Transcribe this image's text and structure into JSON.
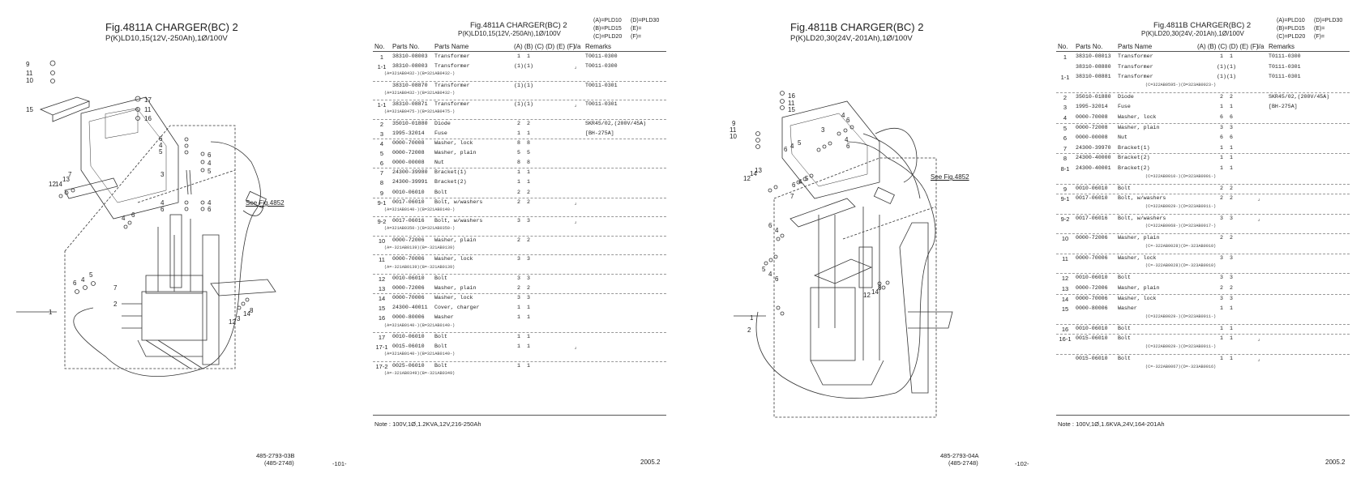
{
  "pages": [
    {
      "fig_title": "Fig.4811A  CHARGER(BC) 2",
      "fig_subtitle": "P(K)LD10,15(12V,-250Ah),1Ø/100V",
      "see_ref": "See Fig.4852",
      "callouts": [
        "9",
        "11",
        "10",
        "15",
        "17",
        "11",
        "16",
        "6",
        "4",
        "5",
        "6",
        "4",
        "5",
        "3",
        "4",
        "6",
        "6",
        "4",
        "14",
        "13",
        "12",
        "7",
        "4",
        "6",
        "5",
        "6",
        "4",
        "7",
        "2",
        "1",
        "3",
        "14",
        "8",
        "12"
      ],
      "footer_code": "485-2793-03B",
      "footer_code2": "(485-2748)",
      "page_number": "-101-"
    },
    {
      "fig_title": "Fig.4811B  CHARGER(BC) 2",
      "fig_subtitle": "P(K)LD20,30(24V,-201Ah),1Ø/100V",
      "see_ref": "See Fig.4852",
      "callouts": [
        "16",
        "11",
        "15",
        "9",
        "11",
        "10",
        "3",
        "4",
        "6",
        "6",
        "4",
        "5",
        "14",
        "13",
        "12",
        "7",
        "6",
        "5",
        "4",
        "6",
        "4",
        "6",
        "5",
        "6",
        "4",
        "12",
        "14",
        "8",
        "2",
        "1"
      ],
      "footer_code": "485-2793-04A",
      "footer_code2": "(485-2748)",
      "page_number": "-102-"
    }
  ],
  "tables": [
    {
      "title": "Fig.4811A  CHARGER(BC) 2",
      "subtitle": "P(K)LD10,15(12V,-250Ah),1Ø/100V",
      "legend": [
        "(A)=PLD10",
        "(D)=PLD30",
        "(B)=PLD15",
        "(E)=",
        "(C)=PLD20",
        "(F)="
      ],
      "headers": {
        "no": "No.",
        "parts_no": "Parts No.",
        "parts_name": "Parts Name",
        "cols": "(A) (B) (C) (D) (E) (F)",
        "ia": "i/a",
        "remarks": "Remarks"
      },
      "rows": [
        {
          "no": "1",
          "pn": "38310-08003",
          "name": "Transformer",
          "a": "1",
          "b": "1",
          "ia": "",
          "rem": "T0011-0300",
          "sub": ""
        },
        {
          "no": "1-1",
          "pn": "38310-08003",
          "name": "Transformer",
          "a": "(1)",
          "b": "(1)",
          "ia": "⌟",
          "rem": "T0011-0300",
          "sub": "(A=321AB0432-)(B=321AB0432-)"
        },
        {
          "no": "",
          "pn": "38310-08870",
          "name": "Transformer",
          "a": "(1)",
          "b": "(1)",
          "ia": "",
          "rem": "T0011-0301",
          "sub": "(A=321AB0432-)(B=321AB0432-)"
        },
        {
          "no": "1-1",
          "pn": "38310-08871",
          "name": "Transformer",
          "a": "(1)",
          "b": "(1)",
          "ia": "⌟",
          "rem": "T0011-0301",
          "sub": "(A=321AB0475-)(B=321AB0475-)"
        },
        {
          "no": "2",
          "pn": "35010-01880",
          "name": "Diode",
          "a": "2",
          "b": "2",
          "ia": "",
          "rem": "SKR45/02,(200V/45A)",
          "sub": ""
        },
        {
          "no": "3",
          "pn": "1995-32014",
          "name": "Fuse",
          "a": "1",
          "b": "1",
          "ia": "",
          "rem": "[BH-275A]",
          "sub": ""
        },
        {
          "no": "4",
          "pn": "0000-70008",
          "name": "Washer, lock",
          "a": "8",
          "b": "8",
          "ia": "",
          "rem": "",
          "sub": ""
        },
        {
          "no": "5",
          "pn": "0000-72008",
          "name": "Washer, plain",
          "a": "5",
          "b": "5",
          "ia": "",
          "rem": "",
          "sub": ""
        },
        {
          "no": "6",
          "pn": "0000-00008",
          "name": "Nut",
          "a": "8",
          "b": "8",
          "ia": "",
          "rem": "",
          "sub": ""
        },
        {
          "no": "7",
          "pn": "24300-39980",
          "name": "Bracket(1)",
          "a": "1",
          "b": "1",
          "ia": "",
          "rem": "",
          "sub": ""
        },
        {
          "no": "8",
          "pn": "24300-39991",
          "name": "Bracket(2)",
          "a": "1",
          "b": "1",
          "ia": "",
          "rem": "",
          "sub": ""
        },
        {
          "no": "9",
          "pn": "0010-06010",
          "name": "Bolt",
          "a": "2",
          "b": "2",
          "ia": "",
          "rem": "",
          "sub": ""
        },
        {
          "no": "9-1",
          "pn": "0017-06010",
          "name": "Bolt, w/washers",
          "a": "2",
          "b": "2",
          "ia": "⌟",
          "rem": "",
          "sub": "(A=321AB0140-)(B=321AB0140-)"
        },
        {
          "no": "9-2",
          "pn": "0017-06016",
          "name": "Bolt, w/washers",
          "a": "3",
          "b": "3",
          "ia": "⌟",
          "rem": "",
          "sub": "(A=321AB0350-)(B=321AB0350-)"
        },
        {
          "no": "10",
          "pn": "0000-72006",
          "name": "Washer, plain",
          "a": "2",
          "b": "2",
          "ia": "",
          "rem": "",
          "sub": "(A=-321AB0139)(B=-321AB0139)"
        },
        {
          "no": "11",
          "pn": "0000-70006",
          "name": "Washer, lock",
          "a": "3",
          "b": "3",
          "ia": "",
          "rem": "",
          "sub": "(A=-321AB0139)(B=-321AB0139)"
        },
        {
          "no": "12",
          "pn": "0010-06010",
          "name": "Bolt",
          "a": "3",
          "b": "3",
          "ia": "",
          "rem": "",
          "sub": ""
        },
        {
          "no": "13",
          "pn": "0000-72006",
          "name": "Washer, plain",
          "a": "2",
          "b": "2",
          "ia": "",
          "rem": "",
          "sub": ""
        },
        {
          "no": "14",
          "pn": "0000-70006",
          "name": "Washer, lock",
          "a": "3",
          "b": "3",
          "ia": "",
          "rem": "",
          "sub": ""
        },
        {
          "no": "15",
          "pn": "24300-40011",
          "name": "Cover, charger",
          "a": "1",
          "b": "1",
          "ia": "",
          "rem": "",
          "sub": ""
        },
        {
          "no": "16",
          "pn": "0000-80006",
          "name": "Washer",
          "a": "1",
          "b": "1",
          "ia": "",
          "rem": "",
          "sub": "(A=321AB0140-)(B=321AB0140-)"
        },
        {
          "no": "17",
          "pn": "0010-06010",
          "name": "Bolt",
          "a": "1",
          "b": "1",
          "ia": "",
          "rem": "",
          "sub": ""
        },
        {
          "no": "17-1",
          "pn": "0015-06010",
          "name": "Bolt",
          "a": "1",
          "b": "1",
          "ia": "⌟",
          "rem": "",
          "sub": "(A=321AB0140-)(B=321AB0140-)"
        },
        {
          "no": "17-2",
          "pn": "0025-06010",
          "name": "Bolt",
          "a": "1",
          "b": "1",
          "ia": "",
          "rem": "",
          "sub": "(A=-321AB0349)(B=-321AB0349)"
        }
      ],
      "note": "Note :   100V,1Ø,1.2KVA,12V,216-250Ah",
      "date": "2005.2"
    },
    {
      "title": "Fig.4811B  CHARGER(BC) 2",
      "subtitle": "P(K)LD20,30(24V,-201Ah),1Ø/100V",
      "legend": [
        "(A)=PLD10",
        "(D)=PLD30",
        "(B)=PLD15",
        "(E)=",
        "(C)=PLD20",
        "(F)="
      ],
      "headers": {
        "no": "No.",
        "parts_no": "Parts No.",
        "parts_name": "Parts Name",
        "cols": "(A) (B) (C) (D) (E) (F)",
        "ia": "i/a",
        "remarks": "Remarks"
      },
      "rows": [
        {
          "no": "1",
          "pn": "38310-08013",
          "name": "Transformer",
          "c": "1",
          "d": "1",
          "ia": "",
          "rem": "T0111-0300",
          "sub": ""
        },
        {
          "no": "",
          "pn": "38310-08880",
          "name": "Transformer",
          "c": "(1)",
          "d": "(1)",
          "ia": "",
          "rem": "T0111-0301",
          "sub": ""
        },
        {
          "no": "1-1",
          "pn": "38310-08881",
          "name": "Transformer",
          "c": "(1)",
          "d": "(1)",
          "ia": "",
          "rem": "T0111-0301",
          "sub": "(C=322AB0595-)(D=323AB0023-)"
        },
        {
          "no": "2",
          "pn": "35010-01880",
          "name": "Diode",
          "c": "2",
          "d": "2",
          "ia": "",
          "rem": "SKR45/02,(200V/45A)",
          "sub": ""
        },
        {
          "no": "3",
          "pn": "1995-32014",
          "name": "Fuse",
          "c": "1",
          "d": "1",
          "ia": "",
          "rem": "[BH-275A]",
          "sub": ""
        },
        {
          "no": "4",
          "pn": "0000-70008",
          "name": "Washer, lock",
          "c": "6",
          "d": "6",
          "ia": "",
          "rem": "",
          "sub": ""
        },
        {
          "no": "5",
          "pn": "0000-72008",
          "name": "Washer, plain",
          "c": "3",
          "d": "3",
          "ia": "",
          "rem": "",
          "sub": ""
        },
        {
          "no": "6",
          "pn": "0000-00008",
          "name": "Nut",
          "c": "6",
          "d": "6",
          "ia": "",
          "rem": "",
          "sub": ""
        },
        {
          "no": "7",
          "pn": "24300-39970",
          "name": "Bracket(1)",
          "c": "1",
          "d": "1",
          "ia": "",
          "rem": "",
          "sub": ""
        },
        {
          "no": "8",
          "pn": "24300-40000",
          "name": "Bracket(2)",
          "c": "1",
          "d": "1",
          "ia": "",
          "rem": "",
          "sub": ""
        },
        {
          "no": "8-1",
          "pn": "24300-40001",
          "name": "Bracket(2)",
          "c": "1",
          "d": "1",
          "ia": "",
          "rem": "",
          "sub": "(C=322AB0010-)(D=323AB0001-)"
        },
        {
          "no": "9",
          "pn": "0010-06010",
          "name": "Bolt",
          "c": "2",
          "d": "2",
          "ia": "",
          "rem": "",
          "sub": ""
        },
        {
          "no": "9-1",
          "pn": "0017-06010",
          "name": "Bolt, w/washers",
          "c": "2",
          "d": "2",
          "ia": "⌟",
          "rem": "",
          "sub": "(C=322AB0029-)(D=323AB0011-)"
        },
        {
          "no": "9-2",
          "pn": "0017-06016",
          "name": "Bolt, w/washers",
          "c": "3",
          "d": "3",
          "ia": "⌟",
          "rem": "",
          "sub": "(C=322AB0068-)(D=323AB0017-)"
        },
        {
          "no": "10",
          "pn": "0000-72006",
          "name": "Washer, plain",
          "c": "2",
          "d": "2",
          "ia": "",
          "rem": "",
          "sub": "(C=-322AB0028)(D=-323AB0010)"
        },
        {
          "no": "11",
          "pn": "0000-70006",
          "name": "Washer, lock",
          "c": "3",
          "d": "3",
          "ia": "",
          "rem": "",
          "sub": "(C=-322AB0028)(D=-323AB0010)"
        },
        {
          "no": "12",
          "pn": "0010-06010",
          "name": "Bolt",
          "c": "3",
          "d": "3",
          "ia": "",
          "rem": "",
          "sub": ""
        },
        {
          "no": "13",
          "pn": "0000-72006",
          "name": "Washer, plain",
          "c": "2",
          "d": "2",
          "ia": "",
          "rem": "",
          "sub": ""
        },
        {
          "no": "14",
          "pn": "0000-70006",
          "name": "Washer, lock",
          "c": "3",
          "d": "3",
          "ia": "",
          "rem": "",
          "sub": ""
        },
        {
          "no": "15",
          "pn": "0000-80006",
          "name": "Washer",
          "c": "1",
          "d": "1",
          "ia": "",
          "rem": "",
          "sub": "(C=322AB0029-)(D=323AB0011-)"
        },
        {
          "no": "16",
          "pn": "0010-06010",
          "name": "Bolt",
          "c": "1",
          "d": "1",
          "ia": "",
          "rem": "",
          "sub": ""
        },
        {
          "no": "16-1",
          "pn": "0015-06010",
          "name": "Bolt",
          "c": "1",
          "d": "1",
          "ia": "⌟",
          "rem": "",
          "sub": "(C=322AB0029-)(D=323AB0011-)"
        },
        {
          "no": "",
          "pn": "0015-06010",
          "name": "Bolt",
          "c": "1",
          "d": "1",
          "ia": "⌟",
          "rem": "",
          "sub": "(C=-322AB0067)(D=-323AB0016)"
        }
      ],
      "note": "Note :   100V,1Ø,1.6KVA,24V,164-201Ah",
      "date": "2005.2"
    }
  ]
}
